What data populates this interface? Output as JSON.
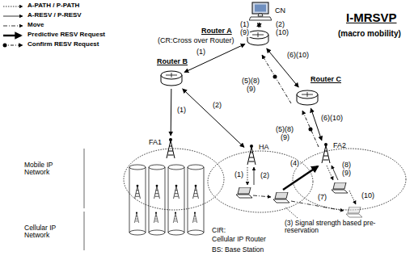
{
  "diagram": {
    "title": "I-MRSVP",
    "nodes": [
      {
        "text": [
          "CN"
        ]
      },
      {
        "text": [
          "Router A",
          "(CR:Cross over Router)"
        ]
      },
      {
        "text": [
          "Router B"
        ]
      },
      {
        "text": [
          "Router C"
        ]
      },
      {
        "text": [
          "FA1"
        ]
      },
      {
        "text": [
          "HA"
        ]
      },
      {
        "text": [
          "FA2"
        ]
      }
    ],
    "edges": [
      {
        "from": 0,
        "to": 1,
        "arrow": "both"
      },
      {
        "from": 1,
        "to": 2,
        "arrow": "both"
      },
      {
        "from": 1,
        "to": 3,
        "arrow": "both"
      },
      {
        "from": 2,
        "to": 4,
        "arrow": "to"
      },
      {
        "from": 2,
        "to": 5,
        "arrow": "both"
      },
      {
        "from": 3,
        "to": 6,
        "arrow": "both"
      }
    ],
    "labels": [
      "(macro mobility)",
      "(1)",
      "(9)",
      "(2)",
      "(10)",
      "(1)",
      "(2)",
      "(1)",
      "(6)(10)",
      "(6)(10)",
      "(5)(8)",
      "(9)",
      "(5)(8)",
      "(9)",
      "(4)",
      "(7)",
      "(8)",
      "(9)",
      "(10)",
      "(1)",
      "(2)",
      "Mobile IP Network",
      "Cellular IP Network",
      "CIR:",
      "Cellular IP Router",
      "BS: Base Station",
      "(3) Signal strength based pre-reservation"
    ],
    "legend": [
      {
        "text": "A-PATH / P-PATH"
      },
      {
        "text": "A-RESV / P-RESV"
      },
      {
        "text": "Move"
      },
      {
        "text": "Predictive RESV Request"
      },
      {
        "text": "Confirm RESV Request"
      }
    ]
  }
}
